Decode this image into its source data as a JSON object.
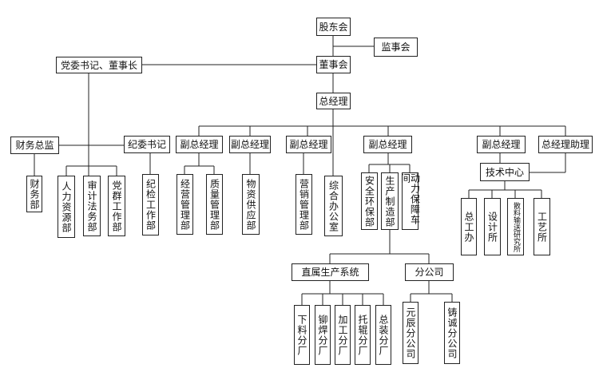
{
  "nodes": {
    "shareholders": "股东会",
    "supervisors": "监事会",
    "board": "董事会",
    "party_secretary_chairman": "党委书记、董事长",
    "general_manager": "总经理",
    "finance_director": "财务总监",
    "discipline_secretary": "纪委书记",
    "vgm_1": "副总经理",
    "vgm_2": "副总经理",
    "vgm_3": "副总经理",
    "vgm_4": "副总经理",
    "vgm_5": "副总经理",
    "gm_assistant": "总经理助理",
    "finance_dept": "财务部",
    "hr_dept": "人力资源部",
    "audit_legal_dept": "审计法务部",
    "party_work_dept": "党群工作部",
    "discipline_dept": "纪检工作部",
    "operations_dept": "经营管理部",
    "quality_dept": "质量管理部",
    "supply_dept": "物资供应部",
    "marketing_dept": "营销管理部",
    "general_office": "综合办公室",
    "safety_env_dept": "安全环保部",
    "production_dept": "生产制造部",
    "power_workshop": "动力保障车间",
    "tech_center": "技术中心",
    "chief_engineer_office": "总工办",
    "design_institute": "设计所",
    "bulk_conveying_institute": "散料输送研究所",
    "process_institute": "工艺所",
    "direct_production_system": "直属生产系统",
    "branch_companies": "分公司",
    "cutting_plant": "下料分厂",
    "riveting_welding_plant": "铆焊分厂",
    "machining_plant": "加工分厂",
    "roller_plant": "托辊分厂",
    "assembly_plant": "总装分厂",
    "yuanchen_branch": "元辰分公司",
    "zhucheng_branch": "铸诚分公司"
  }
}
